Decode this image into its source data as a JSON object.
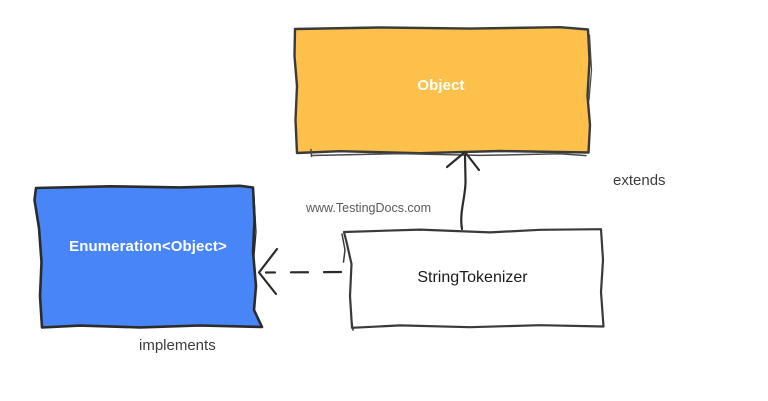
{
  "diagram": {
    "type": "uml-class-diagram",
    "background_color": "#ffffff",
    "nodes": [
      {
        "id": "object",
        "label": "Object",
        "fill_color": "#FDC14B",
        "stroke_color": "#3a3a3a",
        "text_color": "#ffffff",
        "shape": "hand-drawn-rectangle"
      },
      {
        "id": "enumeration",
        "label": "Enumeration<Object>",
        "fill_color": "#4886F7",
        "stroke_color": "#2b2b2b",
        "text_color": "#ffffff",
        "shape": "hand-drawn-rectangle"
      },
      {
        "id": "stringtokenizer",
        "label": "StringTokenizer",
        "fill_color": "#ffffff",
        "stroke_color": "#3a3a3a",
        "text_color": "#1a1a1a",
        "shape": "hand-drawn-rectangle"
      }
    ],
    "edges": [
      {
        "id": "extends-edge",
        "label": "extends",
        "from": "stringtokenizer",
        "to": "object",
        "line_style": "solid",
        "arrow": "open-v",
        "color": "#2b2b2b"
      },
      {
        "id": "implements-edge",
        "label": "implements",
        "from": "stringtokenizer",
        "to": "enumeration",
        "line_style": "dashed",
        "arrow": "open-v",
        "color": "#2b2b2b"
      }
    ],
    "watermark": "www.TestingDocs.com"
  }
}
